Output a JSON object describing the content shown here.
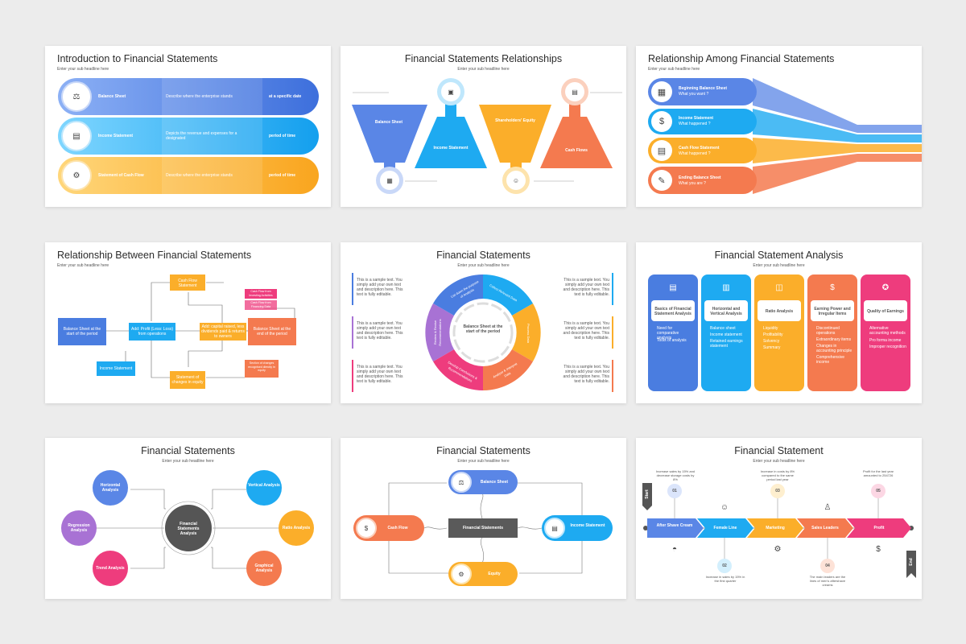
{
  "colors": {
    "blue": "#4a7de0",
    "cyan": "#1eaaf1",
    "orange": "#fbae2a",
    "coral": "#f47a4f",
    "pink": "#ee3c7d",
    "purple": "#a872d4",
    "gray": "#5a5a5a"
  },
  "s1": {
    "title": "Introduction to Financial Statements",
    "sub": "Enter your sub headline here",
    "rows": [
      {
        "name": "Balance Sheet",
        "desc": "Describe where the enterprise stands",
        "when": "at a specific date",
        "icon": "scale-icon"
      },
      {
        "name": "Income Statement",
        "desc": "Depicts the revenue and expenses for a designated",
        "when": "period of time",
        "icon": "document-icon"
      },
      {
        "name": "Statement of Cash Flow",
        "desc": "Describe where the enterprise stands",
        "when": "period of time",
        "icon": "cash-flow-icon"
      }
    ]
  },
  "s2": {
    "title": "Financial Statements Relationships",
    "sub": "Enter your sub headline here",
    "items": [
      "Balance Sheet",
      "Income Statement",
      "Shareholders' Equity",
      "Cash Flows"
    ]
  },
  "s3": {
    "title": "Relationship Among Financial Statements",
    "sub": "Enter your sub headline here",
    "rows": [
      {
        "name": "Beginning Balance Sheet",
        "q": "What you want ?"
      },
      {
        "name": "Income Statement",
        "q": "What happened ?"
      },
      {
        "name": "Cash Flow Statement",
        "q": "What happened ?"
      },
      {
        "name": "Ending Balance Sheet",
        "q": "What you are ?"
      }
    ]
  },
  "s4": {
    "title": "Relationship Between Financial Statements",
    "sub": "Enter your sub headline here",
    "nodes": {
      "start": "Balance Sheet at the start of the period",
      "profit": "Add: Profit (Less: Loss) from operations",
      "cashflow": "Cash Flow Statement",
      "adjust": "Add: capital raised, less dividends paid & returns to owners",
      "end": "Balance Sheet at the end of the period",
      "inflows": "Cash Flow from Investing Activities",
      "financing": "Cash Flow from Financing Data",
      "income": "Income Statement",
      "equity": "Statement of changes in equity",
      "accum": "Section of changes recognised directly in equity"
    }
  },
  "s5": {
    "title": "Financial Statements",
    "sub": "Enter your sub headline here",
    "center": "Balance Sheet at the start of the period",
    "side": "This is a sample text. You simply add your own text and description here. This text is fully editable.",
    "segments": [
      "List down the purpose of Analysis",
      "Collect Relevant Data",
      "Process Data",
      "Analyse & Interpret Data",
      "Develop Conclusions & Recommendations",
      "Review & Revise Recommendations"
    ]
  },
  "s6": {
    "title": "Financial Statement Analysis",
    "sub": "Enter your sub headline here",
    "cards": [
      {
        "head": "Basics of Financial Statement Analysis",
        "items": [
          "Need for comparative analysis",
          "Tools of analysis"
        ]
      },
      {
        "head": "Horizontal and Vertical Analysis",
        "items": [
          "Balance sheet",
          "Income statement",
          "Retained earnings statement"
        ]
      },
      {
        "head": "Ratio Analysis",
        "items": [
          "Liquidity",
          "Profitability",
          "Solvency",
          "Summary"
        ]
      },
      {
        "head": "Earning Power and Irregular Items",
        "items": [
          "Discontinued operations",
          "Extraordinary items",
          "Changes in accounting principle",
          "Comprehensive income"
        ]
      },
      {
        "head": "Quality of Earnings",
        "items": [
          "Alternative accounting methods",
          "Pro forma income",
          "Improper recognition"
        ]
      }
    ]
  },
  "s7": {
    "title": "Financial Statements",
    "sub": "Enter your sub headline here",
    "center": "Financial Statements Analysis",
    "nodes": [
      "Horizontal Analysis",
      "Regression Analysis",
      "Trend Analysis",
      "Vertical Analysis",
      "Ratio Analysis",
      "Graphical Analysis"
    ]
  },
  "s8": {
    "title": "Financial Statements",
    "sub": "Enter your sub headline here",
    "center": "Financial Statements",
    "nodes": [
      "Balance Sheet",
      "Income Statement",
      "Equity",
      "Cash Flow"
    ]
  },
  "s9": {
    "title": "Financial Statement",
    "sub": "Enter your sub headline here",
    "start": "Start",
    "end": "End",
    "steps": [
      "After Shave Cream",
      "Female Line",
      "Marketing",
      "Sales Leaders",
      "Profit"
    ],
    "nums": [
      "01",
      "02",
      "03",
      "04",
      "05"
    ],
    "notes": [
      "Increase sales by 15% and decrease storage costs by 8%",
      "Increase in sales by 15% in the first quarter",
      "Increase in costs by 8% compared to the same period last year",
      "The main leaders are the lines of men's aftershave creams",
      "Profit for the last year amounted to 254726"
    ]
  }
}
